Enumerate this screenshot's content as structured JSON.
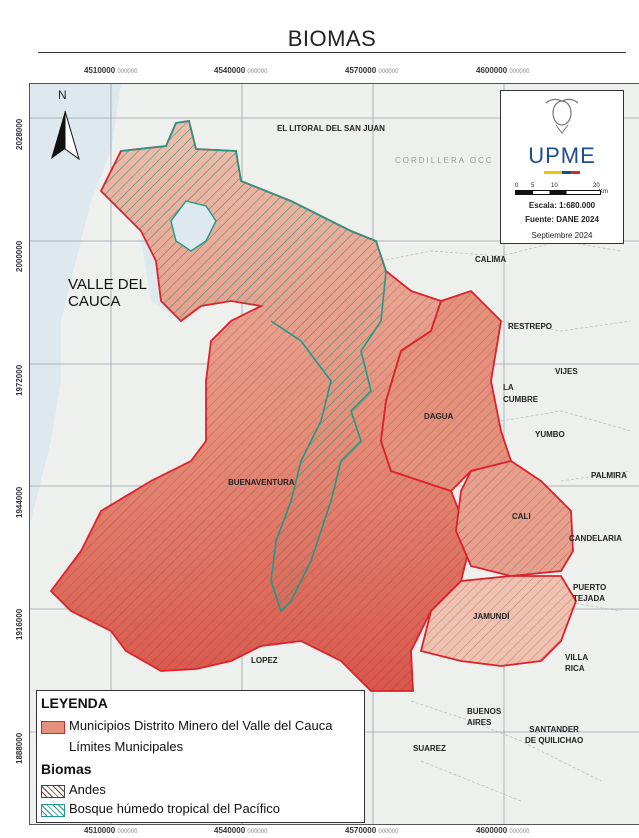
{
  "title": "BIOMAS",
  "x_ticks": {
    "top": [
      {
        "value": "4510000",
        "sub": "000000"
      },
      {
        "value": "4540000",
        "sub": "000000"
      },
      {
        "value": "4570000",
        "sub": "000000"
      },
      {
        "value": "4600000",
        "sub": "000000"
      }
    ],
    "bottom": [
      {
        "value": "4510000",
        "sub": "000000"
      },
      {
        "value": "4540000",
        "sub": "000000"
      },
      {
        "value": "4570000",
        "sub": "000000"
      },
      {
        "value": "4600000",
        "sub": "000000"
      }
    ]
  },
  "y_ticks": [
    "2028000",
    "2000000",
    "1972000",
    "1944000",
    "1916000",
    "1888000"
  ],
  "north_label": "N",
  "logo": {
    "org": "UPME",
    "scale_units": [
      "0",
      "5",
      "10",
      "20"
    ],
    "scale_unit_label": "Km",
    "scale": "Escala: 1:680.000",
    "source": "Fuente: DANE 2024",
    "date": "Septiembre 2024"
  },
  "places": {
    "litoral": "EL LITORAL DEL SAN JUAN",
    "cordillera": "CORDILLERA OCC",
    "valle": "VALLE DEL\nCAUCA",
    "calima": "CALIMA",
    "restrepo": "RESTREPO",
    "vijes": "VIJES",
    "la_cumbre": "LA\nCUMBRE",
    "dagua": "DAGUA",
    "yumbo": "YUMBO",
    "palmira": "PALMIRA",
    "buenaventura": "BUENAVENTURA",
    "cali": "CALI",
    "candelaria": "CANDELARIA",
    "puerto_tejada": "PUERTO\nTEJADA",
    "jamundi": "JAMUNDÍ",
    "villa_rica": "VILLA\nRICA",
    "lopez": "LOPEZ",
    "buenos_aires": "BUENOS\nAIRES",
    "santander": "SANTANDER\nDE QUILICHAO",
    "suarez": "SUAREZ"
  },
  "legend": {
    "title": "LEYENDA",
    "items": [
      {
        "label": "Municipios Distrito Minero del Valle del Cauca",
        "swatch": "municipio"
      },
      {
        "label": "Límites Municipales",
        "swatch": "limite"
      }
    ],
    "biomas_title": "Biomas",
    "biomas": [
      {
        "label": "Andes",
        "swatch": "andes"
      },
      {
        "label": "Bosque húmedo tropical del Pacífico",
        "swatch": "bosque"
      }
    ]
  },
  "colors": {
    "municipio_fill": "#e8a08c",
    "municipio_dark": "#d6564a",
    "border": "#e0202a",
    "bosque_hatch": "#2a9a86",
    "andes_hatch": "#6b4a2a",
    "sea": "#dfeaf0",
    "land": "#eef0ee"
  }
}
